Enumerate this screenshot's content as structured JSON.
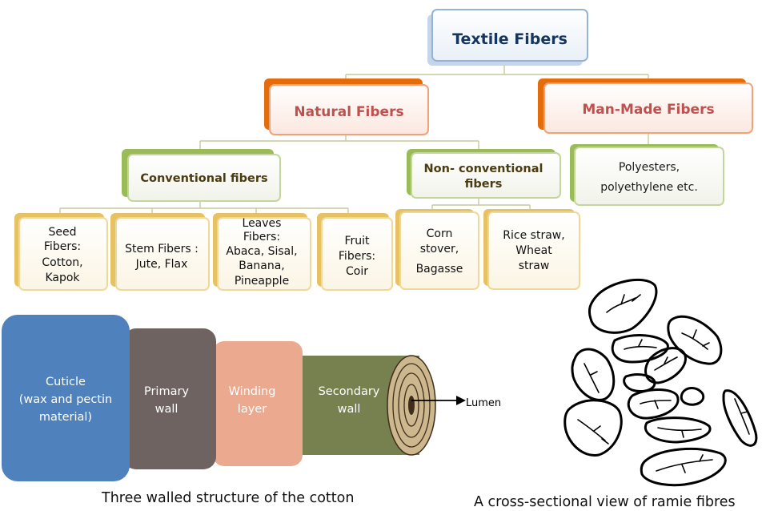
{
  "tree": {
    "root": "Textile Fibers",
    "natural": "Natural Fibers",
    "manmade": "Man-Made Fibers",
    "conventional": "Conventional fibers",
    "nonconventional": [
      "Non- conventional",
      "fibers"
    ],
    "manmade_examples": [
      "Polyesters,",
      "polyethylene etc."
    ],
    "seed": [
      "Seed",
      "Fibers:",
      "Cotton,",
      "Kapok"
    ],
    "stem": [
      "Stem Fibers :",
      "Jute, Flax"
    ],
    "leaves": [
      "Leaves",
      "Fibers:",
      "Abaca, Sisal,",
      "Banana,",
      "Pineapple"
    ],
    "fruit": [
      "Fruit",
      "Fibers:",
      "Coir"
    ],
    "corn": [
      "Corn",
      "stover,",
      "Bagasse"
    ],
    "rice": [
      "Rice straw,",
      "Wheat",
      "straw"
    ]
  },
  "cotton": {
    "cuticle": [
      "Cuticle",
      "(wax and pectin",
      "material)"
    ],
    "primary": [
      "Primary",
      "wall"
    ],
    "winding": [
      "Winding",
      "layer"
    ],
    "secondary": [
      "Secondary",
      "wall"
    ],
    "lumen": "Lumen",
    "caption": "Three walled structure of the cotton",
    "colors": {
      "cuticle": "#4f81bd",
      "primary": "#6e6360",
      "winding": "#eba98f",
      "secondary": "#77804f"
    }
  },
  "ramie": {
    "caption": "A cross-sectional view of ramie fibres"
  },
  "colors": {
    "blue_border": "#95b3d7",
    "red_border": "#e46c0a",
    "green_border": "#9bbb59",
    "gold_border": "#e6c265",
    "natural_text": "#c0504d",
    "dark_text": "#17365d",
    "brown_text": "#4a3b12"
  }
}
